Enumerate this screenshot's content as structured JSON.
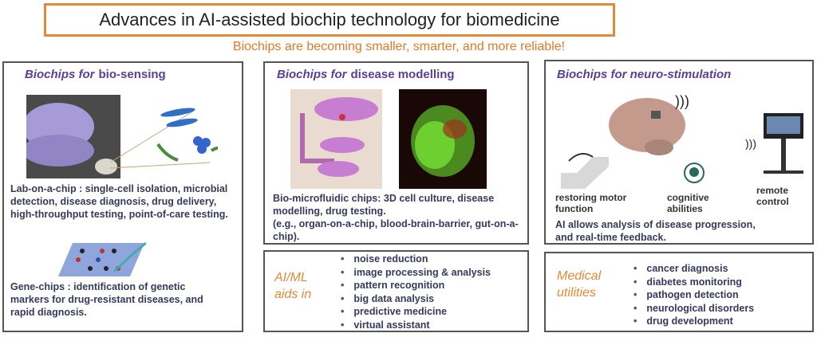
{
  "title": "Advances in AI-assisted biochip technology for biomedicine",
  "subtitle": "Biochips are becoming smaller, smarter, and more reliable!",
  "panel1": {
    "head_italic": "Biochips for",
    "head_rest": "bio-sensing",
    "lab_text": "Lab-on-a-chip : single-cell isolation, microbial detection, disease diagnosis, drug delivery, high-throughput testing, point-of-care testing.",
    "gene_text": "Gene-chips : identification of genetic markers for drug-resistant diseases, and rapid diagnosis."
  },
  "panel2": {
    "head_italic": "Biochips for",
    "head_rest": "disease modelling",
    "text1": "Bio-microfluidic chips: 3D cell culture, disease modelling, drug testing.",
    "text2": "(e.g., organ-on-a-chip, blood-brain-barrier, gut-on-a-chip)."
  },
  "aiml": {
    "label1": "AI/ML",
    "label2": "aids in",
    "items": [
      "noise reduction",
      "image processing & analysis",
      "pattern recognition",
      "big data analysis",
      "predictive medicine",
      "virtual assistant"
    ]
  },
  "panel3": {
    "head": "Biochips for neuro-stimulation",
    "motor": "restoring motor function",
    "cognitive": "cognitive abilities",
    "remote": "remote control",
    "text": "AI allows analysis of disease progression, and real-time feedback."
  },
  "medical": {
    "label1": "Medical",
    "label2": "utilities",
    "items": [
      "cancer diagnosis",
      "diabetes monitoring",
      "pathogen detection",
      "neurological disorders",
      "drug development"
    ]
  }
}
